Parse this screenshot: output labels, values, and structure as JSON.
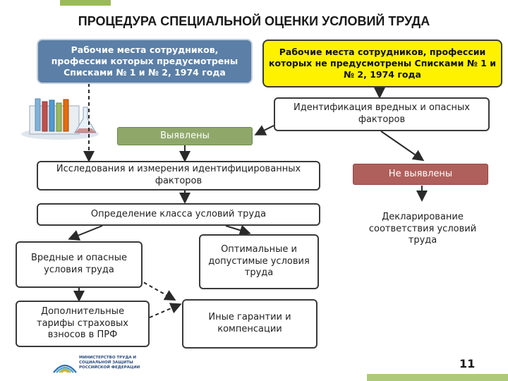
{
  "title": "ПРОЦЕДУРА СПЕЦИАЛЬНОЙ ОЦЕНКИ УСЛОВИЙ ТРУДА",
  "boxes": {
    "lists_yes": "Рабочие места сотрудников, профессии которых предусмотрены Списками № 1 и № 2, 1974 года",
    "lists_no": "Рабочие места сотрудников, профессии которых не предусмотрены Списками № 1 и № 2, 1974 года",
    "identification": "Идентификация вредных и опасных факторов",
    "found": "Выявлены",
    "not_found": "Не выявлены",
    "research": "Исследования и измерения идентифицированных факторов",
    "declaration": "Декларирование соответствия условий труда",
    "class": "Определение класса условий труда",
    "harmful": "Вредные и опасные условия труда",
    "optimal": "Оптимальные и допустимые условия труда",
    "tariffs": "Дополнительные тарифы страховых взносов в ПРФ",
    "guarantees": "Иные гарантии и компенсации"
  },
  "footer": {
    "logo_text": "МИНИСТЕРСТВО ТРУДА И СОЦИАЛЬНОЙ ЗАЩИТЫ РОССИЙСКОЙ ФЕДЕРАЦИИ",
    "page_number": "11"
  },
  "colors": {
    "blue": "#5b7fa6",
    "yellow": "#fff200",
    "green": "#8fa86a",
    "red": "#b0605c",
    "accent": "#9bbb59"
  },
  "icons": {
    "illustration": "lab-flasks-icon",
    "logo": "ministry-logo-icon"
  }
}
